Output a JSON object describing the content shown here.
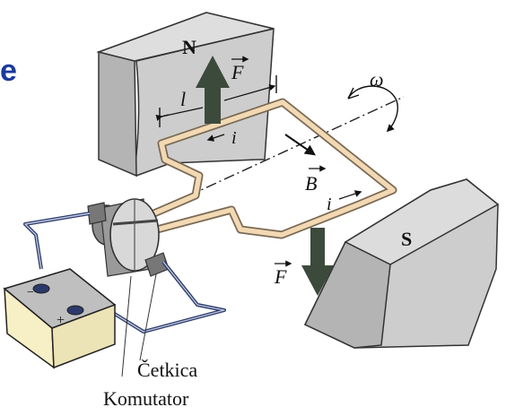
{
  "labels": {
    "edge_fragment": "e",
    "north_pole": "N",
    "south_pole": "S",
    "force": "F",
    "length": "l",
    "current": "i",
    "field": "B",
    "angular_velocity": "ω",
    "brush": "Četkica",
    "commutator": "Komutator"
  },
  "terminals": {
    "negative": "−",
    "positive": "+"
  },
  "colors": {
    "magnet_fill": "#cdcdcd",
    "magnet_stroke": "#333333",
    "coil_fill": "#f2d9b3",
    "coil_stroke": "#7a6a55",
    "force_arrow": "#3c4a3c",
    "wire": "#2b3a6a",
    "battery_top": "#bfbfbf",
    "battery_body": "#f7efc6",
    "accent_blue": "#1a3a9c"
  },
  "icons": [
    "rotation-arrow-icon",
    "force-arrow-icon",
    "current-arrow-icon",
    "field-arrow-icon"
  ]
}
